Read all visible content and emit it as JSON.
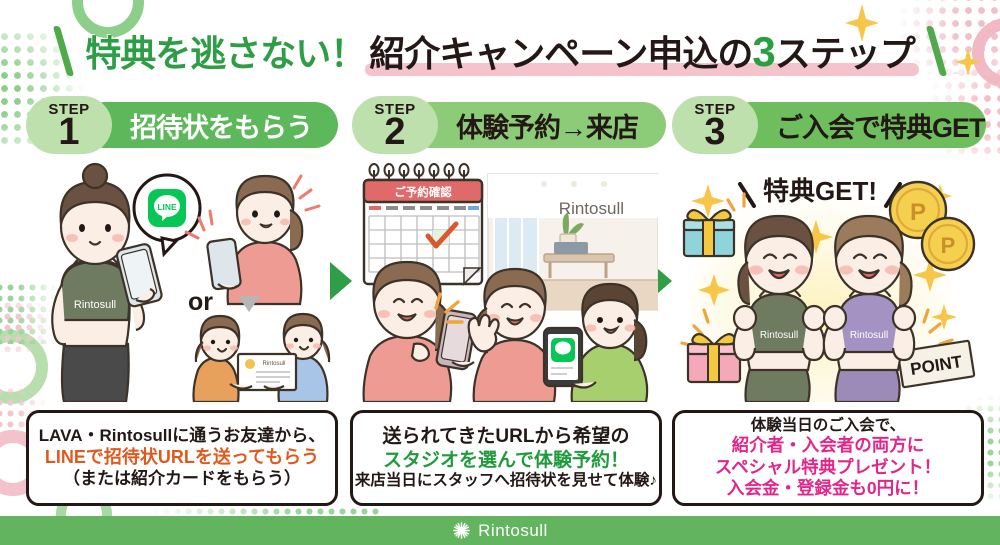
{
  "title": {
    "part1": "特典を逃さない！",
    "part2_pre": "紹介キャンペーン申込の",
    "part2_num": "3",
    "part2_post": "ステップ"
  },
  "steps": [
    {
      "step_word": "STEP",
      "number": "1",
      "label": "招待状をもらう",
      "label_color": "#ffffff",
      "bar_color": "#5cb85a",
      "circle_color": "#bde0ad"
    },
    {
      "step_word": "STEP",
      "number": "2",
      "label": "体験予約→来店",
      "label_color": "#231815",
      "bar_color": "#8ccb78",
      "circle_color": "#bde0ad"
    },
    {
      "step_word": "STEP",
      "number": "3",
      "label": "ご入会で特典GET",
      "label_color": "#231815",
      "bar_color": "#6fbe5e",
      "circle_color": "#bde0ad"
    }
  ],
  "illustrations": {
    "panel1": {
      "brand_on_top": "Rintosull",
      "chat_app_label": "LINE",
      "or_label": "or",
      "card_brand": "Rintosull"
    },
    "panel2": {
      "calendar_header": "ご予約確認",
      "studio_sign": "Rintosull"
    },
    "panel3": {
      "burst_label": "特典GET!",
      "coin_label": "P",
      "ticket_label": "POINT",
      "wear_brand_left": "Rintosull",
      "wear_brand_right": "Rintosull"
    }
  },
  "captions": [
    {
      "lines": [
        {
          "text": "LAVA・Rintosullに通うお友達から、",
          "color": "#231815",
          "size": "17px"
        },
        {
          "text": "LINEで招待状URLを送ってもらう",
          "color": "#e05a1e",
          "size": "18px"
        },
        {
          "text": "（または紹介カードをもらう）",
          "color": "#231815",
          "size": "17px"
        }
      ]
    },
    {
      "lines": [
        {
          "text": "送られてきたURLから希望の",
          "color": "#231815",
          "size": "19px"
        },
        {
          "text": "スタジオを選んで体験予約！",
          "color": "#1f9b3c",
          "size": "19px"
        },
        {
          "text": "来店当日にスタッフへ招待状を見せて体験♪",
          "color": "#231815",
          "size": "16px"
        }
      ]
    },
    {
      "lines": [
        {
          "text": "体験当日のご入会で、",
          "color": "#231815",
          "size": "16px"
        },
        {
          "text": "紹介者・入会者の両方に",
          "color": "#e2268a",
          "size": "18px"
        },
        {
          "text": "スペシャル特典プレゼント！",
          "color": "#e2268a",
          "size": "18px"
        },
        {
          "text": "入会金・登録金も0円に！",
          "color": "#e2268a",
          "size": "18px"
        }
      ]
    }
  ],
  "footer": {
    "brand": "Rintosull",
    "logo_icon": "starburst-icon",
    "background_color": "#63b45f"
  },
  "decor": {
    "green": "#8dcf8a",
    "pink": "#f2bfc9",
    "accent_green": "#2e9e46",
    "accent_pink": "#f5c3cc",
    "sparkle_yellow": "#f7c648"
  }
}
